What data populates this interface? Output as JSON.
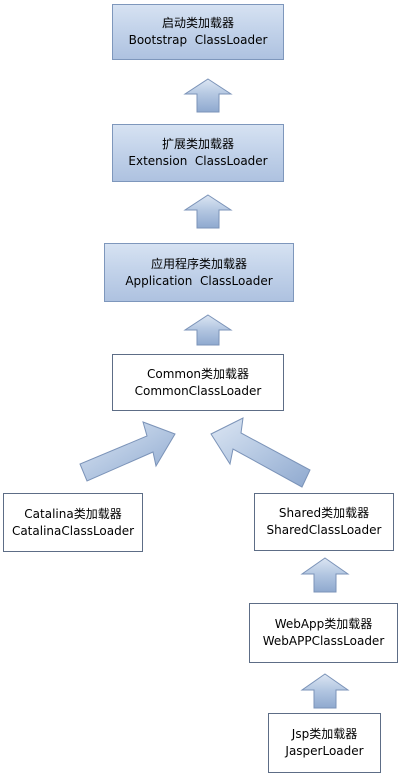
{
  "nodes": {
    "bootstrap": {
      "title": "启动类加载器",
      "name": "Bootstrap  ClassLoader"
    },
    "extension": {
      "title": "扩展类加载器",
      "name": "Extension  ClassLoader"
    },
    "application": {
      "title": "应用程序类加载器",
      "name": "Application  ClassLoader"
    },
    "common": {
      "title": "Common类加载器",
      "name": "CommonClassLoader"
    },
    "catalina": {
      "title": "Catalina类加载器",
      "name": "CatalinaClassLoader"
    },
    "shared": {
      "title": "Shared类加载器",
      "name": "SharedClassLoader"
    },
    "webapp": {
      "title": "WebApp类加载器",
      "name": "WebAPPClassLoader"
    },
    "jsp": {
      "title": "Jsp类加载器",
      "name": "JasperLoader"
    }
  },
  "colors": {
    "box_fill_top": "#d6e2f2",
    "box_fill_bottom": "#aec2e0",
    "box_border": "#7e97bc",
    "plain_border": "#5d6d86",
    "arrow_fill": "#a9bedc",
    "arrow_stroke": "#7b93b8"
  }
}
